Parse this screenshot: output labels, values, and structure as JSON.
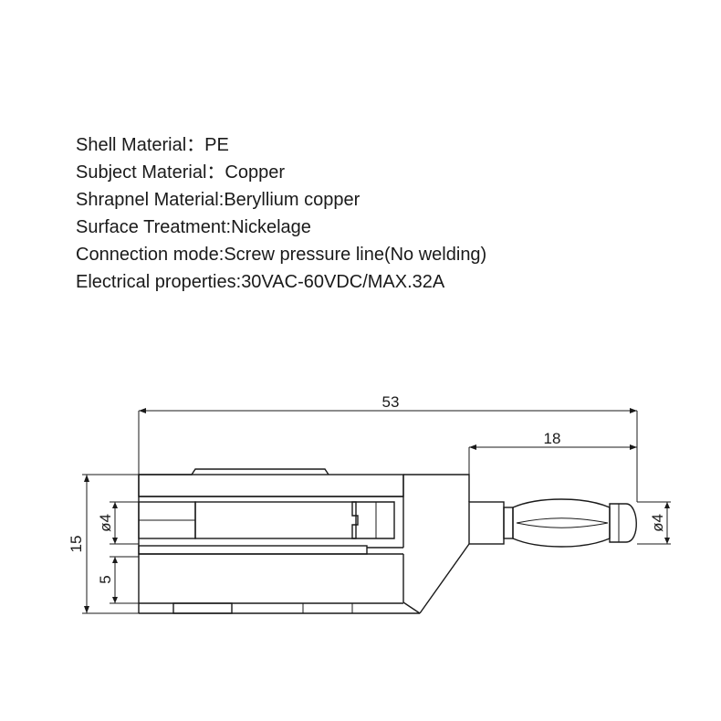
{
  "specs": [
    {
      "label": "Shell Material：",
      "value": "PE"
    },
    {
      "label": "Subject Material：",
      "value": "Copper"
    },
    {
      "label": "Shrapnel Material:",
      "value": "Beryllium copper"
    },
    {
      "label": "Surface Treatment:",
      "value": "Nickelage"
    },
    {
      "label": "Connection mode:",
      "value": "Screw pressure line(No welding)"
    },
    {
      "label": "Electrical properties:",
      "value": "30VAC-60VDC/MAX.32A"
    }
  ],
  "dimensions": {
    "overall_length": "53",
    "plug_length": "18",
    "height": "15",
    "bore_diameter": "ø4",
    "lower_height": "5",
    "pin_diameter": "ø4"
  }
}
